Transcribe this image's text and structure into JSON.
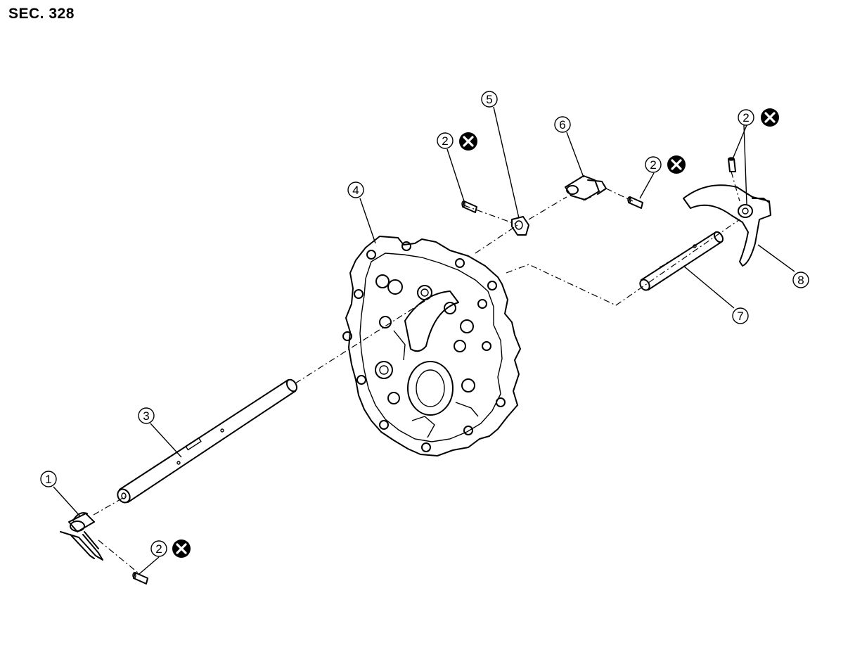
{
  "section_label": "SEC. 328",
  "callouts": [
    {
      "id": "c1",
      "text": "1",
      "replace_mark": false
    },
    {
      "id": "c2a",
      "text": "2",
      "replace_mark": true
    },
    {
      "id": "c2b",
      "text": "2",
      "replace_mark": true
    },
    {
      "id": "c2c",
      "text": "2",
      "replace_mark": true
    },
    {
      "id": "c2d",
      "text": "2",
      "replace_mark": true
    },
    {
      "id": "c3",
      "text": "3",
      "replace_mark": false
    },
    {
      "id": "c4",
      "text": "4",
      "replace_mark": false
    },
    {
      "id": "c5",
      "text": "5",
      "replace_mark": false
    },
    {
      "id": "c6",
      "text": "6",
      "replace_mark": false
    },
    {
      "id": "c7",
      "text": "7",
      "replace_mark": false
    },
    {
      "id": "c8",
      "text": "8",
      "replace_mark": false
    }
  ],
  "icons": {
    "replace_mark": "cross-circle-icon"
  }
}
